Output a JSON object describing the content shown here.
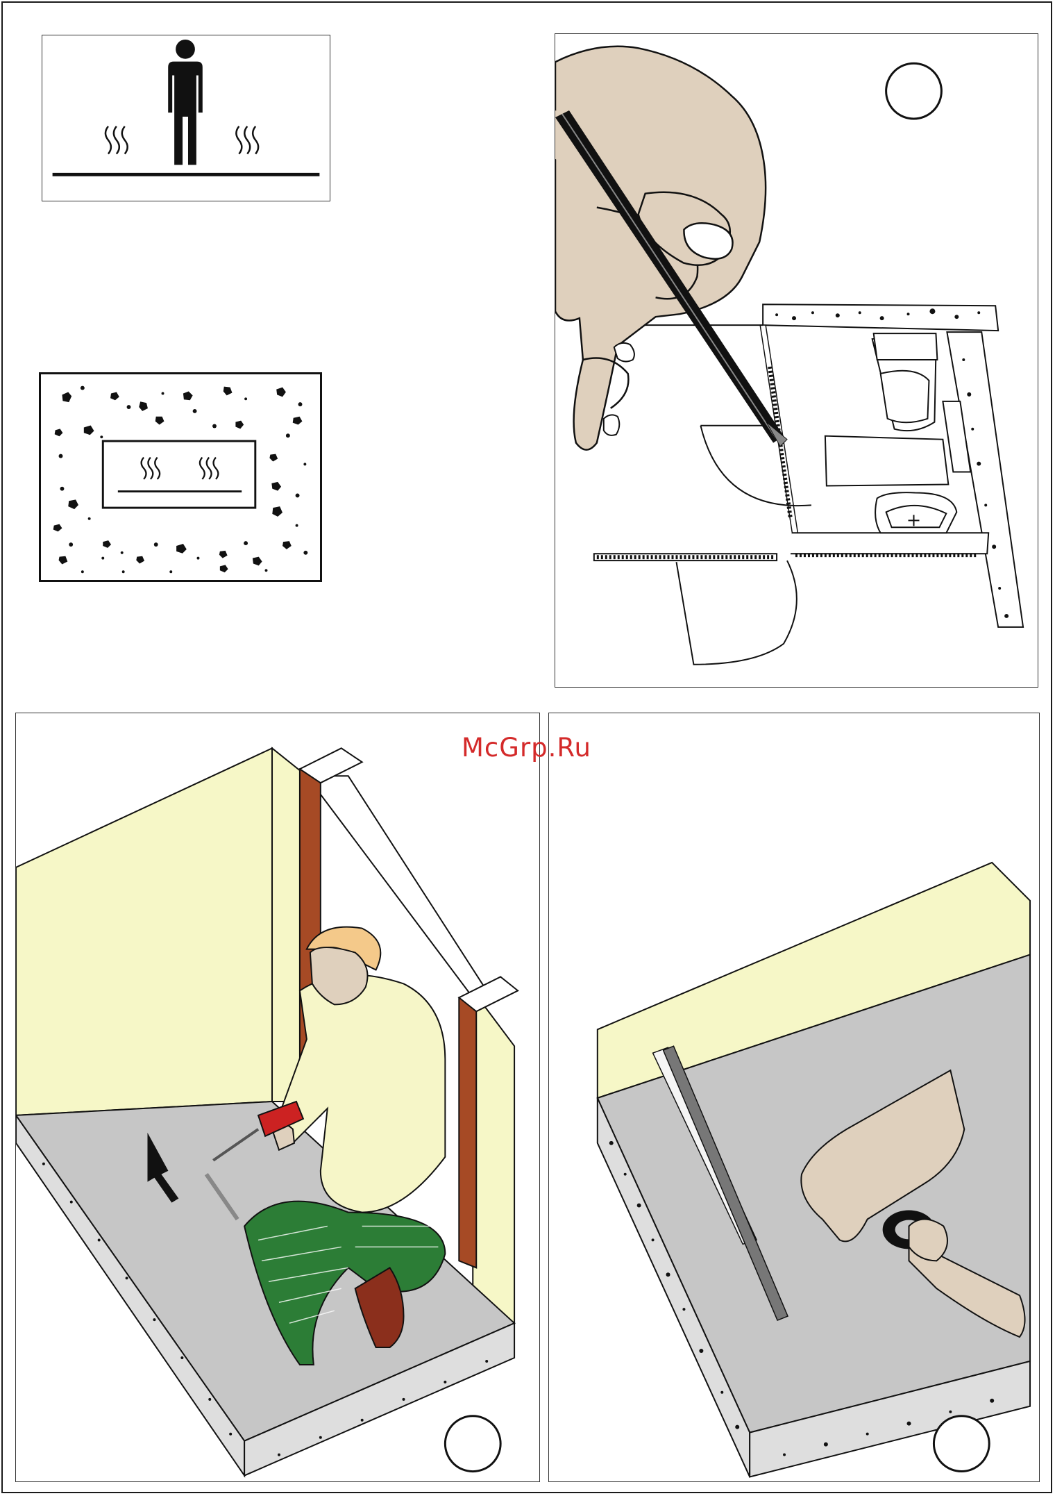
{
  "watermark": "McGrp.Ru",
  "colors": {
    "skin": "#dfd0bd",
    "wall": "#f6f7c7",
    "floor": "#c6c6c6",
    "frame": "#a64a25",
    "shirt": "#f6f6c8",
    "trousers": "#2c7d36",
    "hair": "#f4c98a",
    "shoe": "#8b2f1c"
  },
  "panels": [
    {
      "id": "heated-floor-icon",
      "step_number": ""
    },
    {
      "id": "heated-screed-icon",
      "step_number": ""
    },
    {
      "id": "floor-plan-marking",
      "step_number": ""
    },
    {
      "id": "drilling-frame",
      "step_number": ""
    },
    {
      "id": "applying-tape",
      "step_number": ""
    }
  ]
}
